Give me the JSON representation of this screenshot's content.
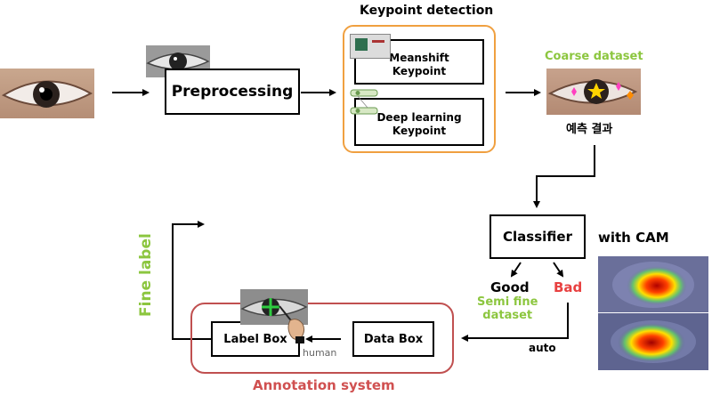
{
  "colors": {
    "keypoint_border": "#f0a040",
    "annotation_border": "#c05050",
    "green_text": "#8cc63f",
    "red_text": "#e84040",
    "annotation_text": "#d05050",
    "marker_yellow": "#ffd400",
    "marker_pink": "#ff40c0",
    "marker_orange": "#ff8c00"
  },
  "labels": {
    "preprocessing": "Preprocessing",
    "keypoint_title": "Keypoint detection",
    "meanshift": "Meanshift\nKeypoint",
    "deep_learning": "Deep learning\nKeypoint",
    "coarse_dataset": "Coarse dataset",
    "prediction_result": "예측 결과",
    "classifier": "Classifier",
    "with_cam": "with CAM",
    "good": "Good",
    "bad": "Bad",
    "semi_fine": "Semi fine\ndataset",
    "auto": "auto",
    "data_box": "Data Box",
    "label_box": "Label Box",
    "human": "human",
    "annotation_system": "Annotation system",
    "fine_label": "Fine label"
  },
  "icons": {
    "eye_photo": "eye-photo",
    "grayscale_eye": "grayscale-eye-photo",
    "cam_heatmap": "cam-heatmap-photo",
    "hand_pen": "hand-with-pen-icon"
  }
}
